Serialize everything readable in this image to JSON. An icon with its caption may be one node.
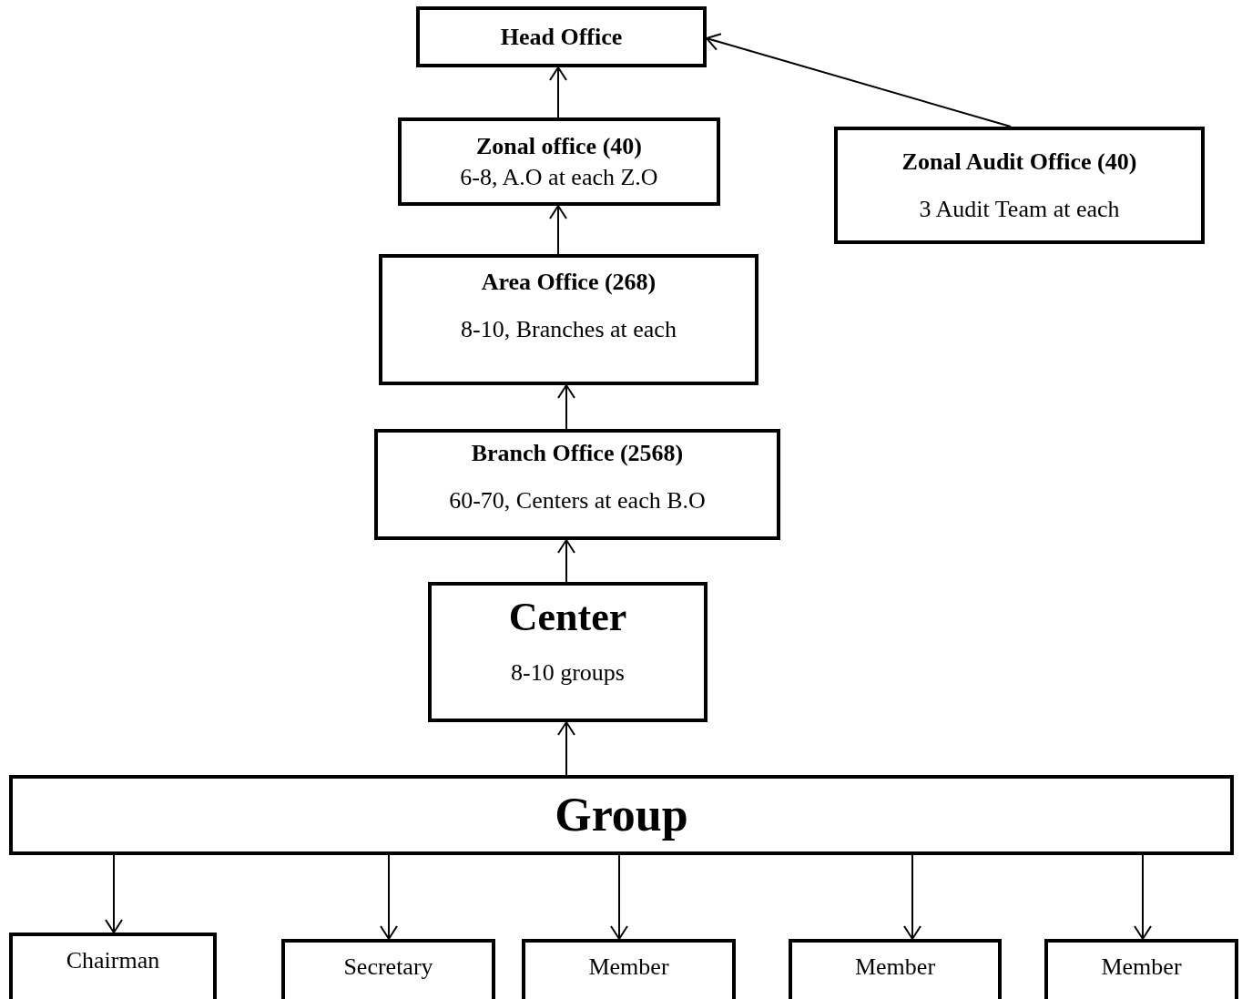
{
  "diagram": {
    "nodes": [
      {
        "text": [
          "Head Office"
        ]
      },
      {
        "text": [
          "Zonal office (40)",
          "6-8, A.O at each Z.O"
        ]
      },
      {
        "text": [
          "Zonal Audit Office (40)",
          "3 Audit Team at each"
        ]
      },
      {
        "text": [
          "Area Office (268)",
          "8-10, Branches at each"
        ]
      },
      {
        "text": [
          "Branch Office (2568)",
          "60-70, Centers at each B.O"
        ]
      },
      {
        "text": [
          "Center",
          "8-10 groups"
        ]
      },
      {
        "text": [
          "Group"
        ]
      },
      {
        "text": [
          "Chairman"
        ]
      },
      {
        "text": [
          "Secretary"
        ]
      },
      {
        "text": [
          "Member"
        ]
      },
      {
        "text": [
          "Member"
        ]
      },
      {
        "text": [
          "Member"
        ]
      }
    ],
    "edges": [
      {
        "from": 1,
        "to": 0,
        "arrow": "to"
      },
      {
        "from": 2,
        "to": 0,
        "arrow": "to"
      },
      {
        "from": 3,
        "to": 1,
        "arrow": "to"
      },
      {
        "from": 4,
        "to": 3,
        "arrow": "to"
      },
      {
        "from": 5,
        "to": 4,
        "arrow": "to"
      },
      {
        "from": 6,
        "to": 5,
        "arrow": "to"
      },
      {
        "from": 6,
        "to": 7,
        "arrow": "to"
      },
      {
        "from": 6,
        "to": 8,
        "arrow": "to"
      },
      {
        "from": 6,
        "to": 9,
        "arrow": "to"
      },
      {
        "from": 6,
        "to": 10,
        "arrow": "to"
      },
      {
        "from": 6,
        "to": 11,
        "arrow": "to"
      }
    ]
  }
}
